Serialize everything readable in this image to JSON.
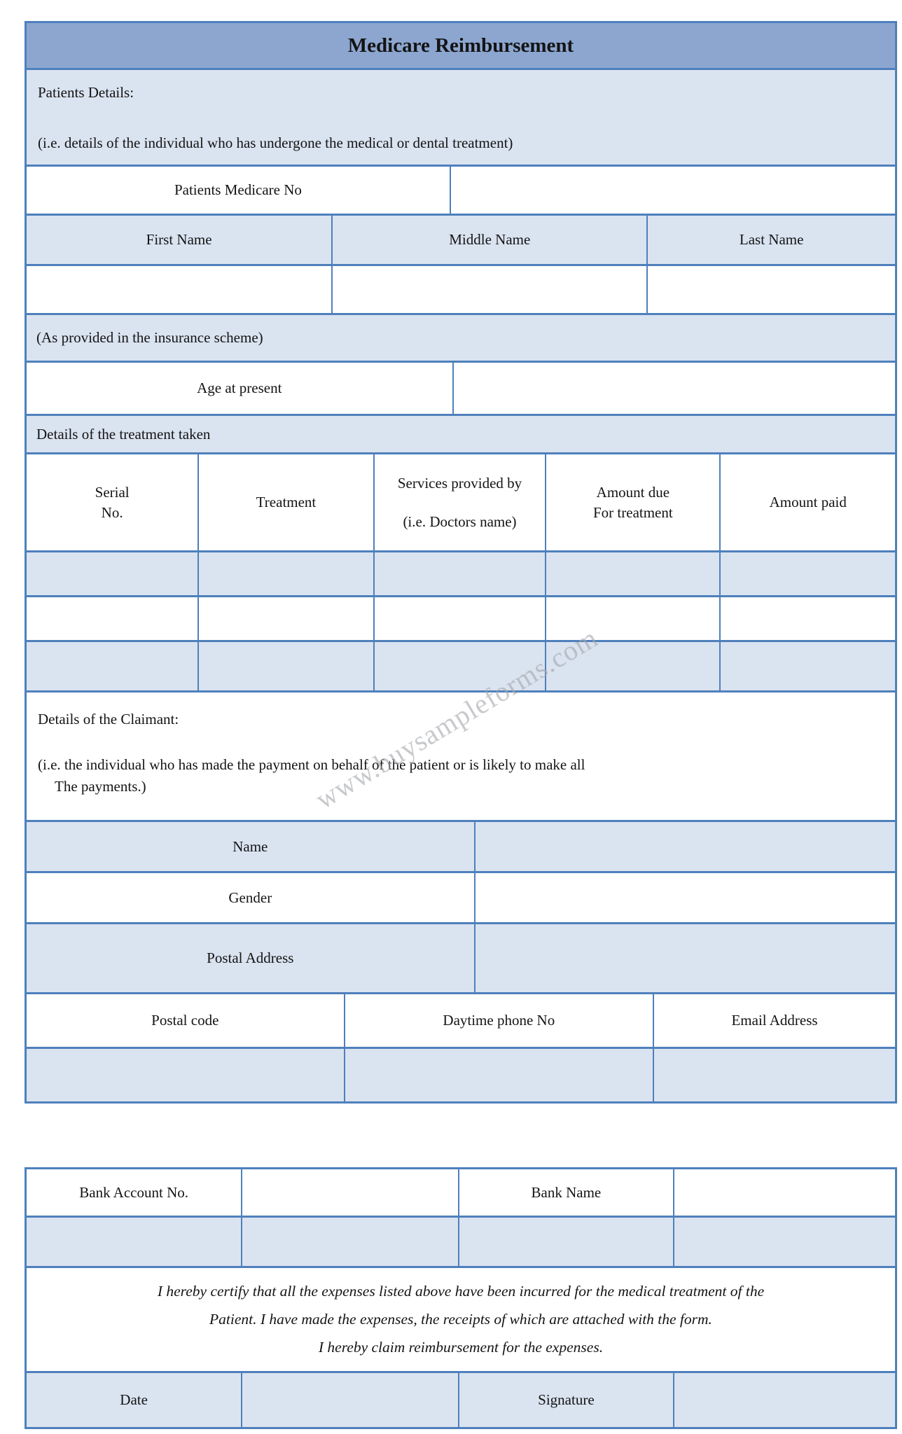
{
  "form": {
    "title": "Medicare Reimbursement"
  },
  "patient": {
    "heading": "Patients Details:",
    "note": "(i.e. details of the individual who has undergone the medical or dental treatment)",
    "medicare_no_label": "Patients Medicare No",
    "name_headers": [
      "First Name",
      "Middle Name",
      "Last Name"
    ],
    "insurance_note": "(As provided in the insurance scheme)",
    "age_label": "Age at present"
  },
  "treatment": {
    "heading": "Details of the treatment taken",
    "col_serial_line1": "Serial",
    "col_serial_line2": "No.",
    "col_treatment": "Treatment",
    "col_services_line1": "Services provided by",
    "col_services_line2": "(i.e. Doctors name)",
    "col_amount_due_line1": "Amount due",
    "col_amount_due_line2": "For treatment",
    "col_amount_paid": "Amount paid"
  },
  "claimant": {
    "heading": "Details of the Claimant:",
    "note_line1": "(i.e. the individual who has made the payment on behalf of the patient or is likely to make all",
    "note_line2": "The payments.)",
    "name_label": "Name",
    "gender_label": "Gender",
    "postal_address_label": "Postal Address",
    "contact_headers": [
      "Postal code",
      "Daytime phone No",
      "Email Address"
    ]
  },
  "bank": {
    "account_label": "Bank Account No.",
    "name_label": "Bank Name"
  },
  "declaration": {
    "line1": "I hereby certify that all the expenses listed above have been incurred for the medical treatment of the",
    "line2": "Patient. I have made the expenses, the receipts of which are attached with the form.",
    "line3": "I hereby claim reimbursement for the expenses."
  },
  "footer": {
    "date_label": "Date",
    "signature_label": "Signature"
  },
  "watermark": "www.buysampleforms.com",
  "colors": {
    "border_color": "#4e80bc",
    "header_fill": "#8ca6d0",
    "row_fill": "#dae3f0",
    "watermark_color": "#a6a9ae"
  }
}
